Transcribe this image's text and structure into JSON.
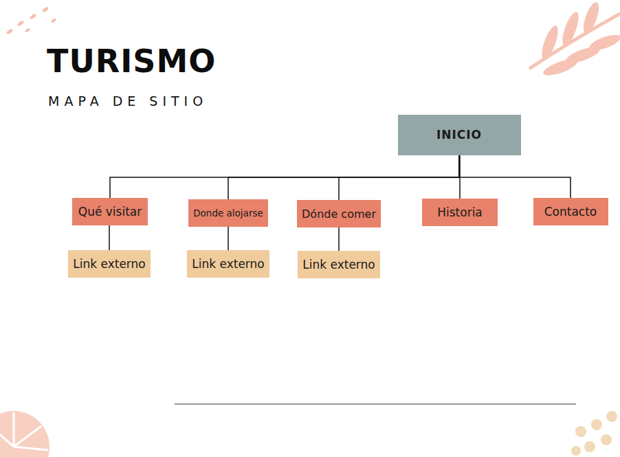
{
  "diagram": {
    "title": "TURISMO",
    "nodes": [
      {
        "text": [
          "INICIO"
        ]
      },
      {
        "text": [
          "Qué visitar"
        ]
      },
      {
        "text": [
          "Donde alojarse"
        ]
      },
      {
        "text": [
          "Dónde comer"
        ]
      },
      {
        "text": [
          "Historia"
        ]
      },
      {
        "text": [
          "Contacto"
        ]
      },
      {
        "text": [
          "Link externo"
        ]
      },
      {
        "text": [
          "Link externo"
        ]
      },
      {
        "text": [
          "Link externo"
        ]
      }
    ],
    "edges": [
      {
        "from": 0,
        "to": 1,
        "arrow": "none"
      },
      {
        "from": 0,
        "to": 2,
        "arrow": "none"
      },
      {
        "from": 0,
        "to": 3,
        "arrow": "none"
      },
      {
        "from": 0,
        "to": 4,
        "arrow": "none"
      },
      {
        "from": 0,
        "to": 5,
        "arrow": "none"
      },
      {
        "from": 1,
        "to": 6,
        "arrow": "none"
      },
      {
        "from": 2,
        "to": 7,
        "arrow": "none"
      },
      {
        "from": 3,
        "to": 8,
        "arrow": "none"
      }
    ],
    "labels": [
      "MAPA DE SITIO"
    ]
  }
}
